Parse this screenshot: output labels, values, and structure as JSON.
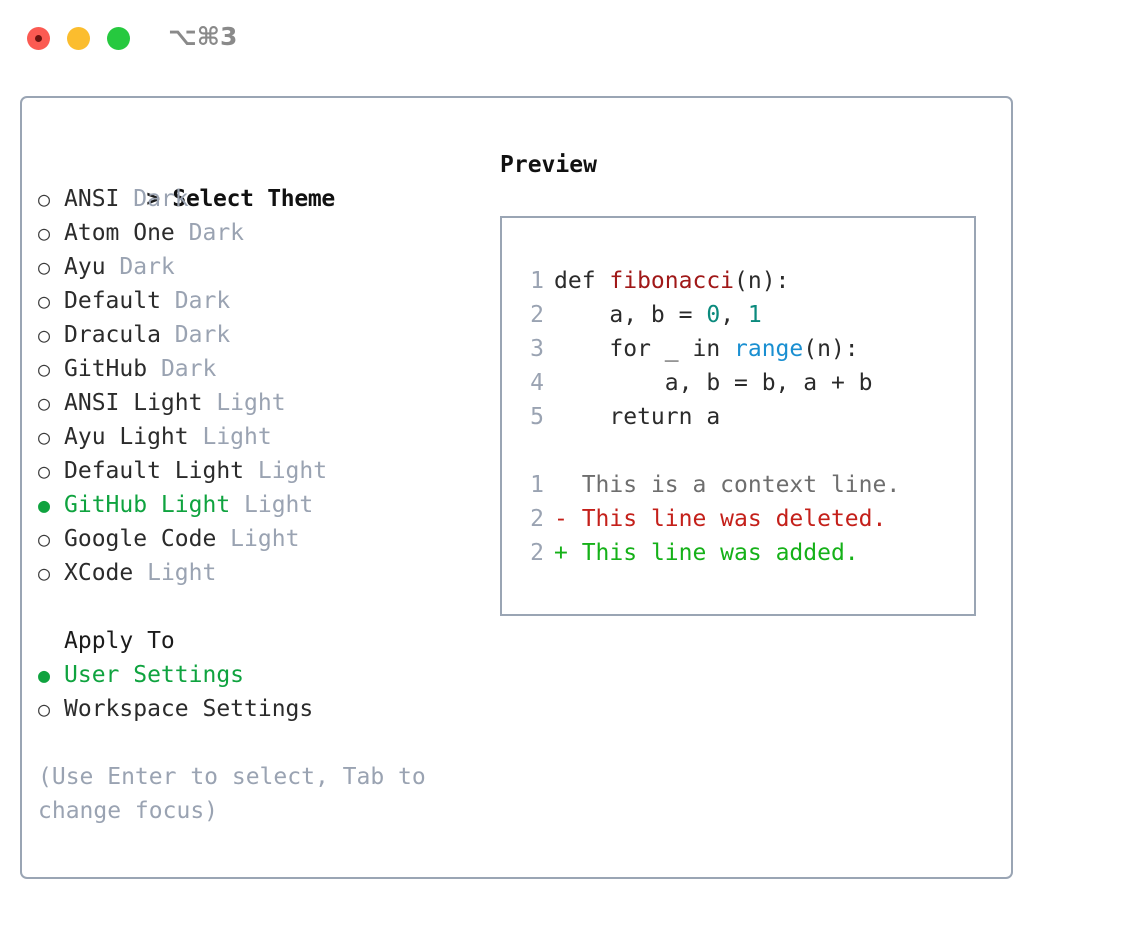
{
  "window": {
    "traffic_lights": [
      "close",
      "minimize",
      "maximize"
    ],
    "shortcut_label": "⌥⌘3"
  },
  "colors": {
    "selected_green": "#0fa33f",
    "muted_slate": "#9aa3b2",
    "panel_border": "#9aa5b4",
    "diff_add": "#15b118",
    "diff_delete": "#c4201a",
    "code_function": "#a01818",
    "code_number": "#0b8a7d",
    "code_builtin": "#1a8fd1"
  },
  "left": {
    "header": {
      "marker": ">",
      "label": "Select Theme"
    },
    "themes": [
      {
        "bullet": "○",
        "name": "ANSI",
        "kind": "Dark",
        "selected": false
      },
      {
        "bullet": "○",
        "name": "Atom One",
        "kind": "Dark",
        "selected": false
      },
      {
        "bullet": "○",
        "name": "Ayu",
        "kind": "Dark",
        "selected": false
      },
      {
        "bullet": "○",
        "name": "Default",
        "kind": "Dark",
        "selected": false
      },
      {
        "bullet": "○",
        "name": "Dracula",
        "kind": "Dark",
        "selected": false
      },
      {
        "bullet": "○",
        "name": "GitHub",
        "kind": "Dark",
        "selected": false
      },
      {
        "bullet": "○",
        "name": "ANSI Light",
        "kind": "Light",
        "selected": false
      },
      {
        "bullet": "○",
        "name": "Ayu Light",
        "kind": "Light",
        "selected": false
      },
      {
        "bullet": "○",
        "name": "Default Light",
        "kind": "Light",
        "selected": false
      },
      {
        "bullet": "●",
        "name": "GitHub Light",
        "kind": "Light",
        "selected": true
      },
      {
        "bullet": "○",
        "name": "Google Code",
        "kind": "Light",
        "selected": false
      },
      {
        "bullet": "○",
        "name": "XCode",
        "kind": "Light",
        "selected": false
      }
    ],
    "apply_to": {
      "title": "Apply To",
      "options": [
        {
          "bullet": "●",
          "label": "User Settings",
          "selected": true
        },
        {
          "bullet": "○",
          "label": "Workspace Settings",
          "selected": false
        }
      ]
    },
    "hint": "(Use Enter to select, Tab to change focus)"
  },
  "right": {
    "title": "Preview",
    "code_lines": [
      {
        "n": "1",
        "tokens": [
          {
            "t": "def ",
            "c": "plain"
          },
          {
            "t": "fibonacci",
            "c": "func"
          },
          {
            "t": "(n):",
            "c": "plain"
          }
        ]
      },
      {
        "n": "2",
        "tokens": [
          {
            "t": "    a, b = ",
            "c": "plain"
          },
          {
            "t": "0",
            "c": "num"
          },
          {
            "t": ", ",
            "c": "plain"
          },
          {
            "t": "1",
            "c": "num"
          }
        ]
      },
      {
        "n": "3",
        "tokens": [
          {
            "t": "    for _ in ",
            "c": "plain"
          },
          {
            "t": "range",
            "c": "builtin"
          },
          {
            "t": "(n):",
            "c": "plain"
          }
        ]
      },
      {
        "n": "4",
        "tokens": [
          {
            "t": "        a, b = b, a + b",
            "c": "plain"
          }
        ]
      },
      {
        "n": "5",
        "tokens": [
          {
            "t": "    return a",
            "c": "plain"
          }
        ]
      }
    ],
    "diff_lines": [
      {
        "n": "1",
        "sign": " ",
        "text": "This is a context line.",
        "kind": "ctx"
      },
      {
        "n": "2",
        "sign": "-",
        "text": "This line was deleted.",
        "kind": "del"
      },
      {
        "n": "2",
        "sign": "+",
        "text": "This line was added.",
        "kind": "add"
      }
    ]
  }
}
